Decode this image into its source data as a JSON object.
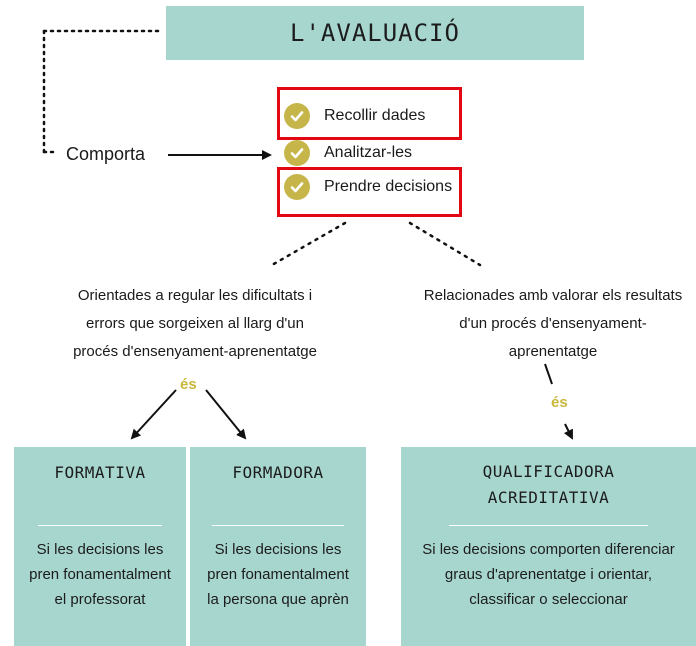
{
  "title": "L'AVALUACIÓ",
  "comporta": "Comporta",
  "steps": [
    {
      "label": "Recollir dades",
      "highlighted": true
    },
    {
      "label": "Analitzar-les",
      "highlighted": false
    },
    {
      "label": "Prendre decisions",
      "highlighted": true
    }
  ],
  "left_branch": {
    "description": [
      "Orientades a regular les dificultats i",
      "errors que sorgeixen al llarg d'un",
      "procés d'ensenyament-aprenentatge"
    ],
    "es": "és"
  },
  "right_branch": {
    "description": [
      "Relacionades amb valorar els resultats",
      "d'un procés d'ensenyament-",
      "aprenentatge"
    ],
    "es": "és"
  },
  "cards": [
    {
      "title": [
        "FORMATIVA"
      ],
      "text": [
        "Si les decisions les",
        "pren fonamentalment",
        "el professorat"
      ]
    },
    {
      "title": [
        "FORMADORA"
      ],
      "text": [
        "Si les decisions les",
        "pren fonamentalment",
        "la persona que aprèn"
      ]
    },
    {
      "title": [
        "QUALIFICADORA",
        "ACREDITATIVA"
      ],
      "text": [
        "Si les decisions comporten diferenciar",
        "graus d'aprenentatge i orientar,",
        "classificar o seleccionar"
      ]
    }
  ],
  "colors": {
    "teal": "#a7d6cf",
    "check": "#c6b64a",
    "highlight": "#e30613",
    "es": "#c9b73e"
  }
}
